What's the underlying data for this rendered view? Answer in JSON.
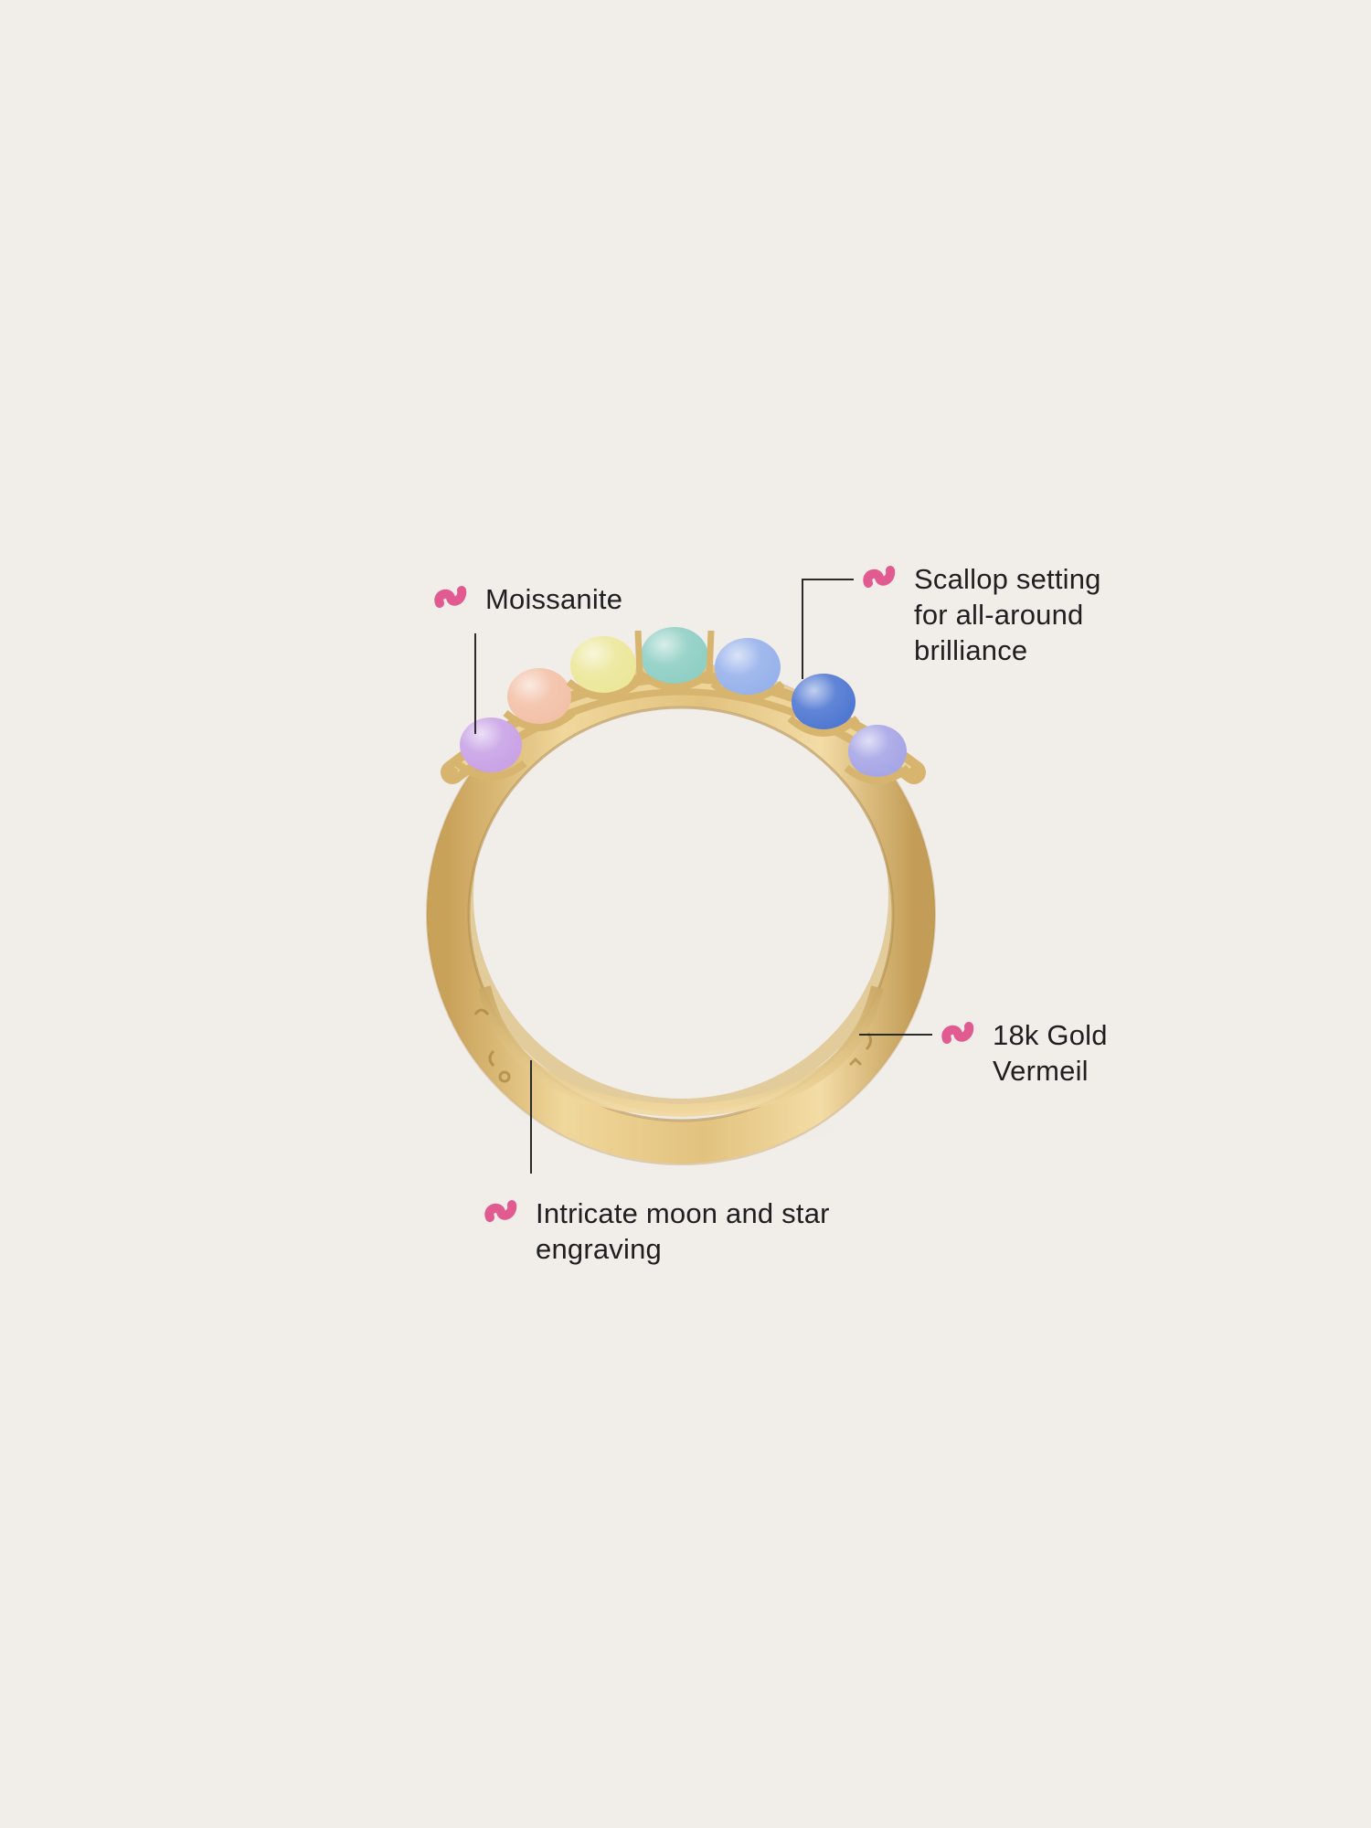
{
  "callouts": {
    "moissanite": "Moissanite",
    "scallop": "Scallop setting\nfor all-around\nbrilliance",
    "gold": "18k Gold\nVermeil",
    "engraving": "Intricate moon and star\nengraving"
  },
  "colors": {
    "background": "#f1ede9",
    "accent": "#e15a90",
    "gold": "#e2c584",
    "text": "#1f1f1f"
  },
  "stones": [
    {
      "name": "lavender",
      "color": "#c9a3e6"
    },
    {
      "name": "peach",
      "color": "#f3c1a8"
    },
    {
      "name": "yellow",
      "color": "#ece79a"
    },
    {
      "name": "mint",
      "color": "#8fcfc4"
    },
    {
      "name": "sky-blue",
      "color": "#97b2eb"
    },
    {
      "name": "sapphire",
      "color": "#5078d2"
    },
    {
      "name": "periwinkle",
      "color": "#a7a6e6"
    }
  ]
}
